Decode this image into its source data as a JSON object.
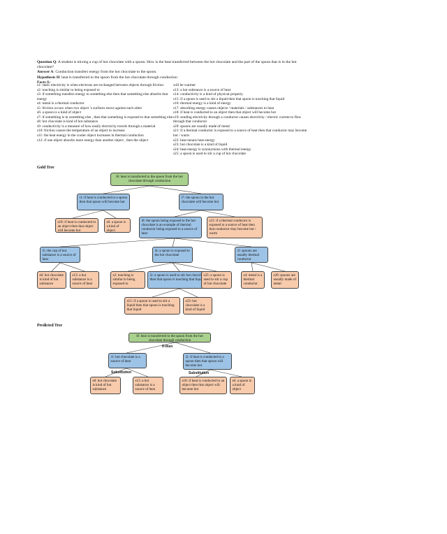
{
  "question": {
    "label": "Question Q",
    "text": ": A student is mixing a cup of hot chocolate with a spoon. How is the heat transferred between the hot chocolate and the part of the spoon that is in the hot chocolate?"
  },
  "answer": {
    "label": "Answer A",
    "text": ": Conduction transfers energy from the hot chocolate to the spoon."
  },
  "hypothesis": {
    "label": "Hypothesis H",
    "text": ": heat is transferred to the spoon from the hot chocolate through conduction"
  },
  "facts_label": "Facts S",
  "facts_left": [
    "s1: static electricity is when electrons are exchanged between objects through friction",
    "s2: touching is similar to being exposed to",
    "s3: if something transfers energy to something else then that something else absorbs that energy",
    "s4: metal is a thermal conductor",
    "s5: friction occurs when two object 's surfaces move against each other",
    "s6: a spoon is a kind of object",
    "s7: if something is in something else , then that something is exposed to that something else",
    "s8: hot chocolate is kind of hot substance",
    "s9: conductivity is a measure of how easily electricity travels through a material",
    "s10: friction causes the temperature of an object to increase",
    "s11: the heat energy in the cooler object increases in thermal conduction",
    "s12: if one object absorbs more energy than another object , then the object"
  ],
  "facts_right": [
    "will be warmer",
    "s13: a hot substance is a source of heat",
    "s14: conductivity is a kind of physical property",
    "s15: if a spoon is used to stir a liquid then that spoon is touching that liquid",
    "s16: thermal energy is a kind of energy",
    "s17: absorbing energy causes objects / materials / substances to heat",
    "s18: if heat is conducted to an object then that object will become hot",
    "s19: sending electricity through a conductor causes electricity / electric current to flow through that conductor",
    "s20: spoons are usually made of metal",
    "s21: if a thermal conductor is exposed to a source of heat then that conductor may become hot / warm",
    "s22: heat means heat energy",
    "s23: hot chocolate is a kind of liquid",
    "s24: heat energy is synonymous with thermal energy",
    "s25: a spoon is used to stir a cup of hot chocolate"
  ],
  "gold_tree": {
    "label": "Gold Tree",
    "root": "H: heat is transferred to the spoon from the hot chocolate through conduction",
    "i1": "i1: if heat is conducted to a spoon then that spoon will become hot",
    "i7": "i7: the spoon in the hot chocolate will become hot",
    "s18": "s18: if heat is conducted to an object then that object will become hot",
    "s6": "s6: a spoon is a kind of object",
    "i6": "i6: the spoon being exposed to the hot chocolate is an example of thermal conductor being exposed to a source of heat",
    "s21": "s21: if a thermal conductor is exposed to a source of heat then that conductor may become hot / warm",
    "i5": "i5: the cup of hot substance is a source of heat",
    "i4": "i4: a spoon is exposed to the hot chocolate",
    "i3": "i3: spoons are usually thermal conductor",
    "s8": "s8: hot chocolate is kind of hot substance",
    "s13": "s13: a hot substance is a source of heat",
    "s2": "s2: touching is similar to being exposed to",
    "i2": "i2: a spoon is used to stir hot chocolate then that spoon is touching that liquid",
    "s25": "s25: a spoon is used to stir a cup of hot chocolate",
    "s4": "s4: metal is a thermal conductor",
    "s20": "s20: spoons are usually made of metal",
    "s15": "s15: if a spoon is used to stir a liquid then that spoon is touching that liquid",
    "s23": "s23: hot chocolate is a kind of liquid"
  },
  "predicted_tree": {
    "label": "Predicted Tree",
    "root": "H: heat is transferred to the spoon from the hot chocolate through conduction",
    "root_edge": "If-then",
    "i1": "i1: hot chocolate is a source of heat",
    "i2": "i2: if heat is conducted to a spoon then that spoon will become hot",
    "left_edge": "Substitution",
    "right_edge": "Substitution",
    "s8": "s8: hot chocolate is kind of hot substance",
    "s13": "s13: a hot substance is a source of heat",
    "s18": "s18: if heat is conducted to an object then that object will become hot",
    "s6": "s6: a spoon is a kind of object"
  },
  "colors": {
    "hypothesis": "#a9d18e",
    "intermediate": "#9dc3e6",
    "fact": "#f8cbad"
  }
}
